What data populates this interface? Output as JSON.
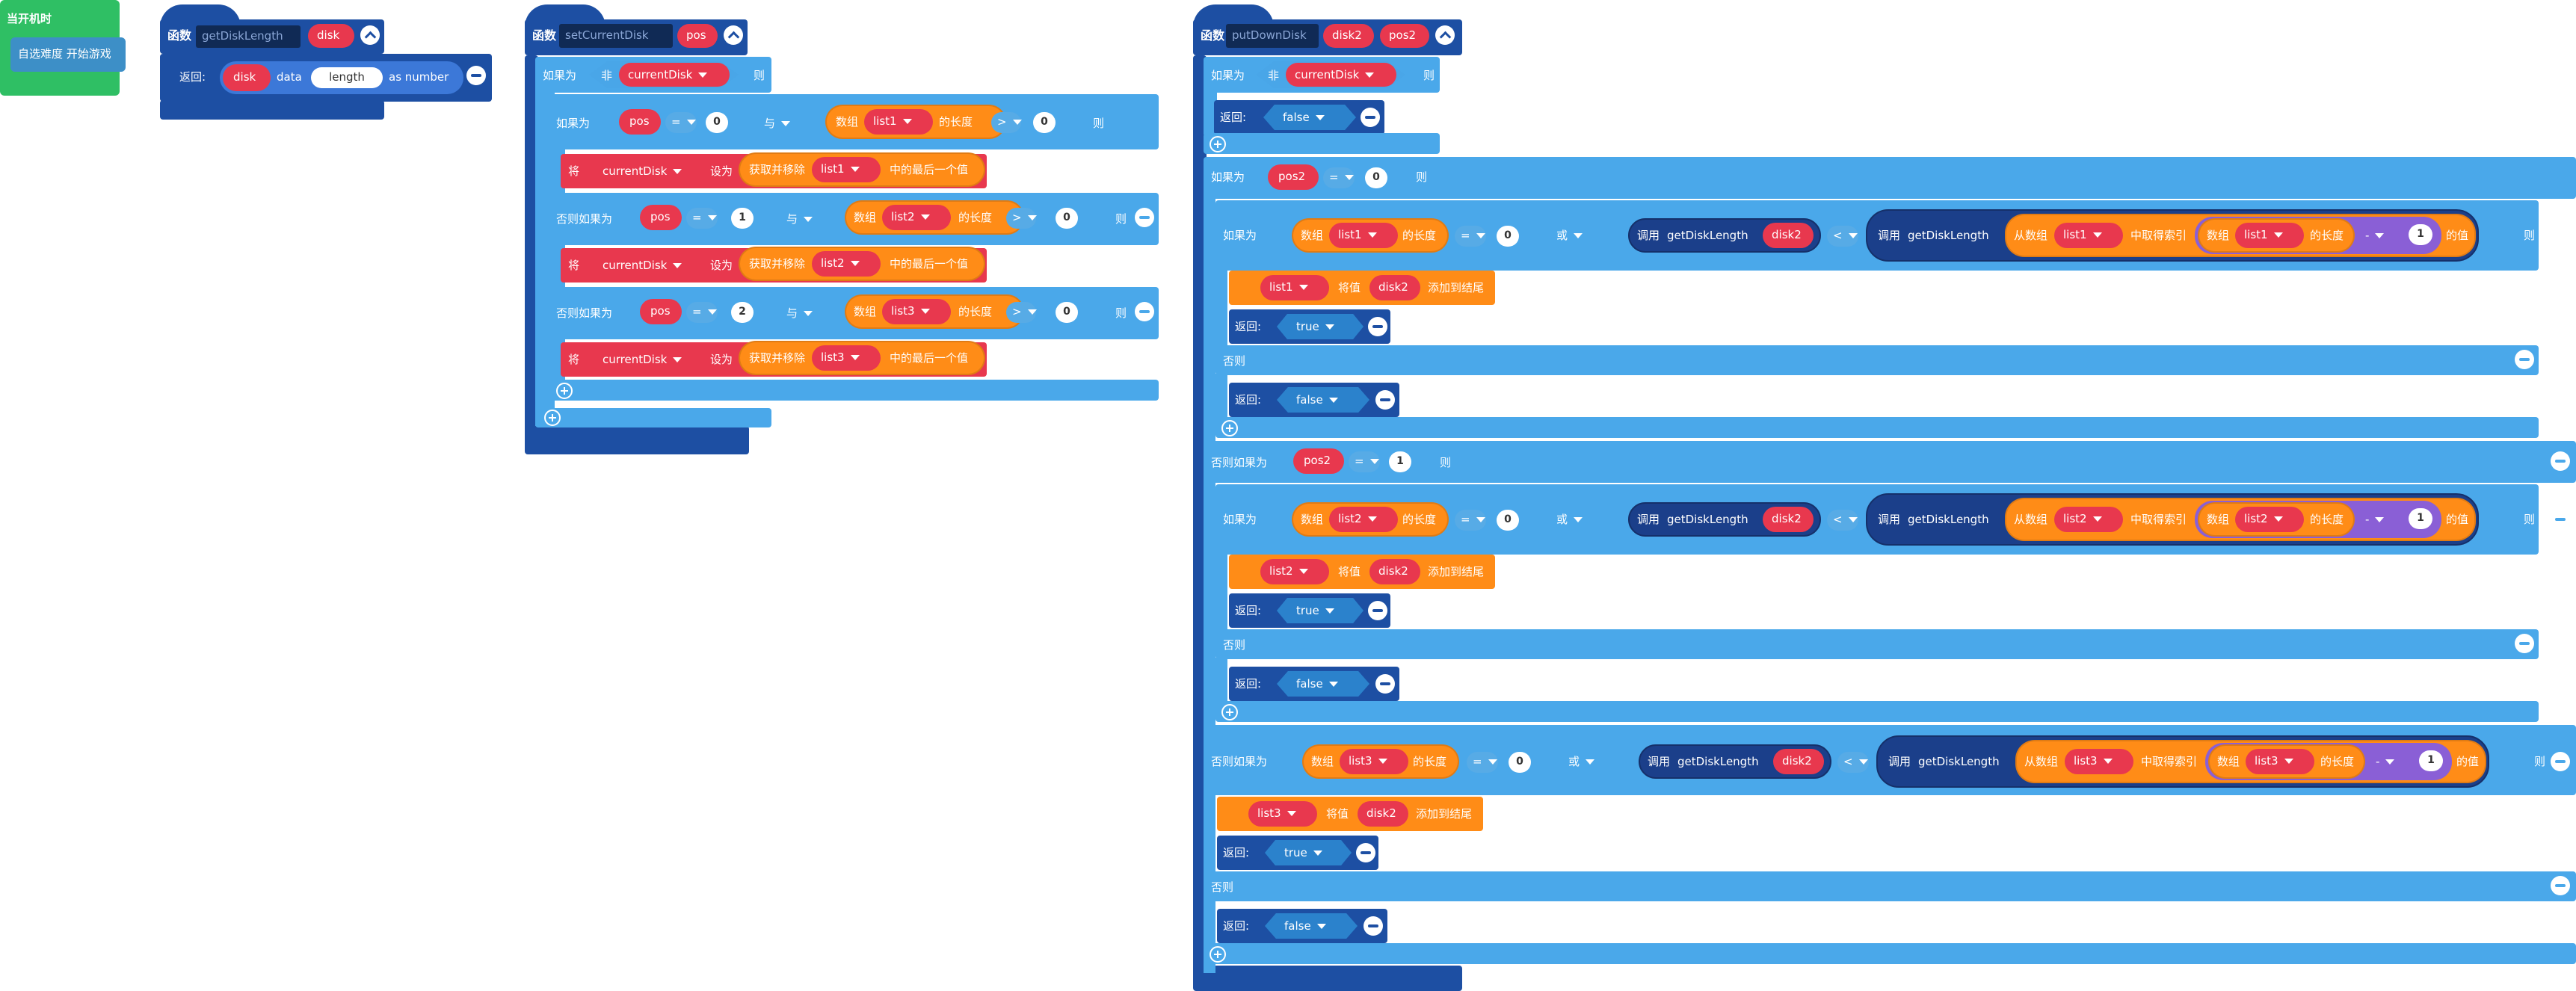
{
  "event": {
    "title": "当开机时",
    "action": "自选难度 开始游戏"
  },
  "f1": {
    "kw": "函数",
    "name": "getDiskLength",
    "param": "disk",
    "ret_label": "返回:",
    "ret_var": "disk",
    "data_label": "data",
    "field": "length",
    "as": "as number"
  },
  "f2": {
    "kw": "函数",
    "name": "setCurrentDisk",
    "param": "pos",
    "if_label": "如果为",
    "not": "非",
    "cur": "currentDisk",
    "then": "则",
    "inner_if": "如果为",
    "pos": "pos",
    "eq": "=",
    "and": "与",
    "arr_prefix": "数组",
    "len": "的长度",
    "gt": ">",
    "n0": "0",
    "n1": "1",
    "n2": "2",
    "list1": "list1",
    "list2": "list2",
    "list3": "list3",
    "set_kw": "将",
    "set_to": "设为",
    "pop": "获取并移除",
    "last": "中的最后一个值",
    "elseif": "否则如果为"
  },
  "f3": {
    "kw": "函数",
    "name": "putDownDisk",
    "p1": "disk2",
    "p2": "pos2",
    "if_label": "如果为",
    "not": "非",
    "cur": "currentDisk",
    "then": "则",
    "ret_label": "返回:",
    "false": "false",
    "true": "true",
    "pos2": "pos2",
    "eq": "=",
    "n0": "0",
    "n1": "1",
    "arr_prefix": "数组",
    "len": "的长度",
    "or": "或",
    "lt": "<",
    "minus": "-",
    "call": "调用",
    "gdl": "getDiskLength",
    "disk2": "disk2",
    "from_arr": "从数组",
    "take_idx": "中取得索引",
    "value": "的值",
    "add_val": "将值",
    "append": "添加到结尾",
    "else": "否则",
    "elseif": "否则如果为",
    "list1": "list1",
    "list2": "list2",
    "list3": "list3"
  }
}
